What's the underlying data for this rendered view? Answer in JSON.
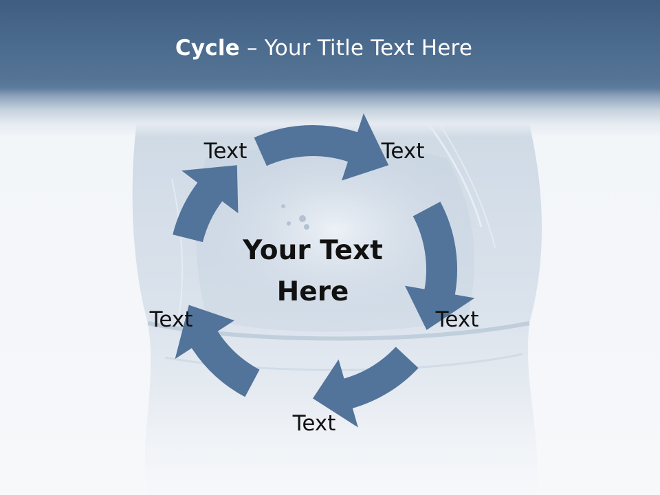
{
  "title": {
    "bold": "Cycle",
    "rest": " – Your Title Text Here"
  },
  "center": {
    "line1": "Your Text",
    "line2": "Here"
  },
  "nodes": [
    {
      "label": "Text"
    },
    {
      "label": "Text"
    },
    {
      "label": "Text"
    },
    {
      "label": "Text"
    },
    {
      "label": "Text"
    }
  ],
  "colors": {
    "header": "#4a6a8d",
    "arrow": "#52739a",
    "text": "#111111",
    "title_text": "#ffffff"
  }
}
